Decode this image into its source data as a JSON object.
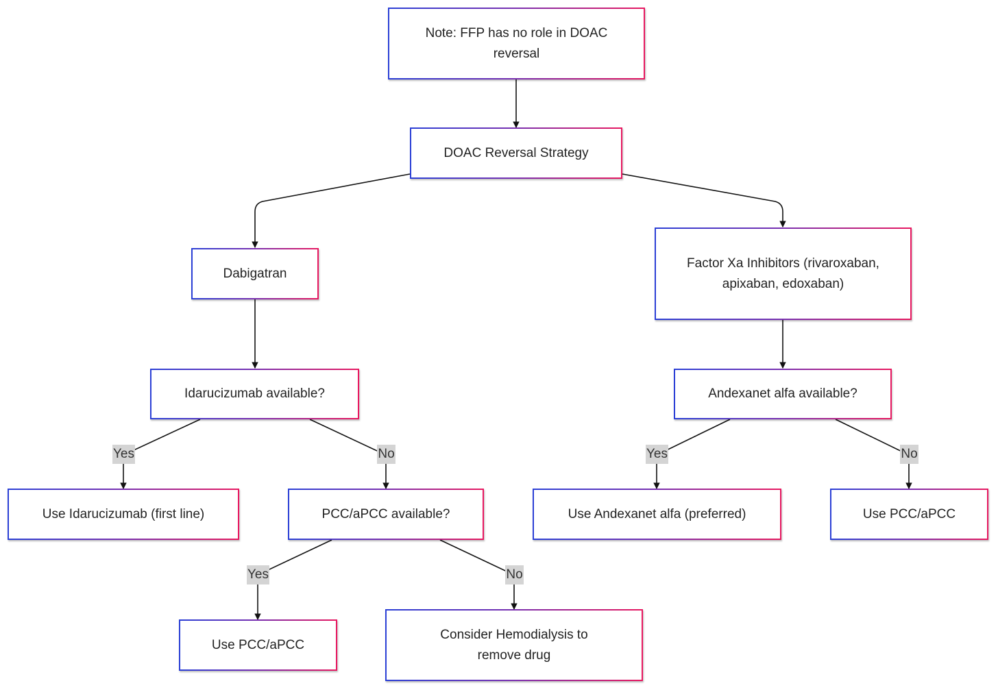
{
  "nodes": {
    "note": "Note: FFP has no role in DOAC reversal",
    "strategy": "DOAC Reversal Strategy",
    "dabigatran": "Dabigatran",
    "factor_xa": "Factor Xa Inhibitors (rivaroxaban, apixaban, edoxaban)",
    "idarucizumab_q": "Idarucizumab available?",
    "andexanet_q": "Andexanet alfa available?",
    "use_idarucizumab": "Use Idarucizumab (first line)",
    "pcc_q": "PCC/aPCC available?",
    "use_andexanet": "Use Andexanet alfa (preferred)",
    "use_pcc_xa": "Use PCC/aPCC",
    "use_pcc_dabi": "Use PCC/aPCC",
    "hemodialysis": "Consider Hemodialysis to remove drug"
  },
  "edge_labels": {
    "idarucizumab_yes": "Yes",
    "idarucizumab_no": "No",
    "andexanet_yes": "Yes",
    "andexanet_no": "No",
    "pcc_yes": "Yes",
    "pcc_no": "No"
  },
  "colors": {
    "border_gradient_start": "#2a3fd6",
    "border_gradient_end": "#e8175f",
    "edge": "#111111",
    "edge_label_bg": "#d4d4d4"
  }
}
